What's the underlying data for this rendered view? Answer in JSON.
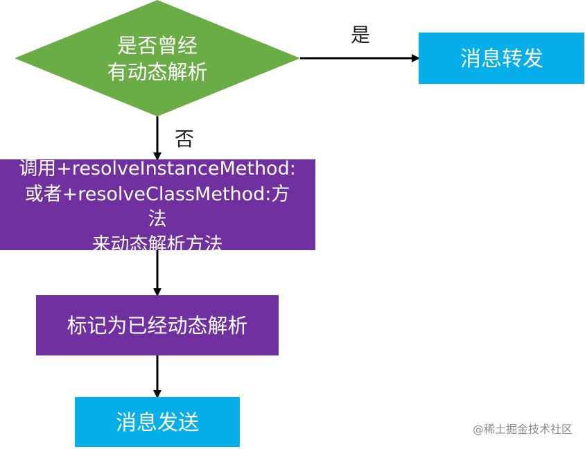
{
  "colors": {
    "decision": "#6aac45",
    "forward": "#06aeea",
    "purple": "#7030a0",
    "arrow": "#000000",
    "text_on_node": "#ffffff",
    "label": "#222222",
    "watermark": "#8a8a8a"
  },
  "nodes": {
    "decision": {
      "lines": [
        "是否曾经",
        "有动态解析"
      ]
    },
    "forward": {
      "label": "消息转发"
    },
    "resolve": {
      "lines": [
        "调用+resolveInstanceMethod:",
        "或者+resolveClassMethod:方",
        "法",
        "来动态解析方法"
      ]
    },
    "mark": {
      "label": "标记为已经动态解析"
    },
    "send": {
      "label": "消息发送"
    }
  },
  "edges": {
    "yes_label": "是",
    "no_label": "否"
  },
  "watermark": "@稀土掘金技术社区"
}
